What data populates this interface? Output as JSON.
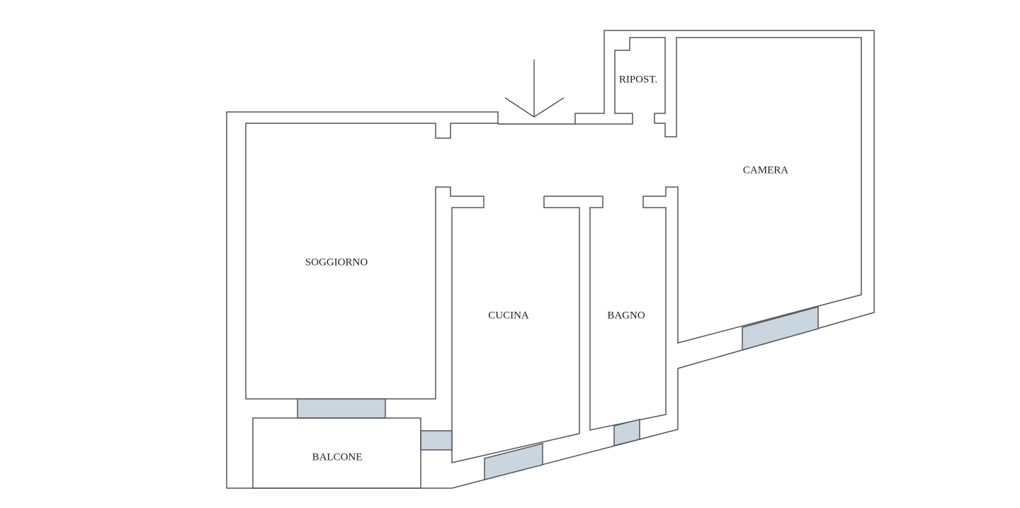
{
  "floorplan": {
    "rooms": {
      "soggiorno": "SOGGIORNO",
      "cucina": "CUCINA",
      "bagno": "BAGNO",
      "camera": "CAMERA",
      "ripostiglio": "RIPOST.",
      "balcone": "BALCONE"
    },
    "colors": {
      "window_fill": "#c9d6df",
      "wall_stroke": "#555555"
    },
    "entrance_icon": "arrow-down-icon"
  }
}
